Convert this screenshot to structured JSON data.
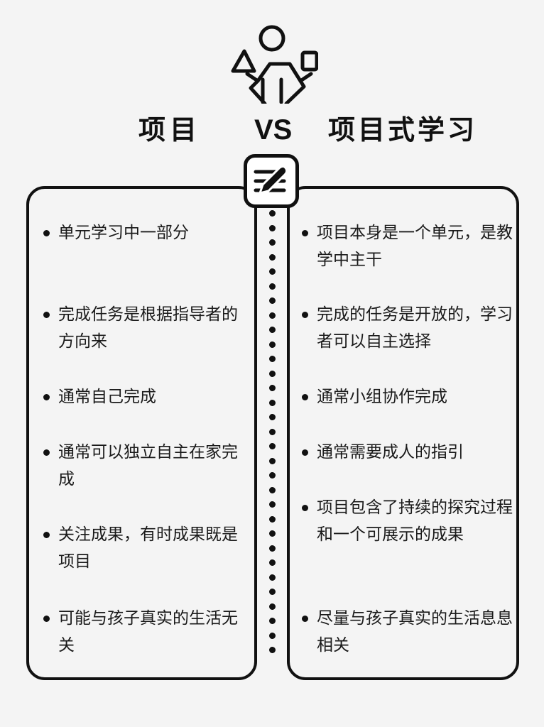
{
  "header": {
    "left_title": "项目",
    "vs_label": "VS",
    "right_title": "项目式学习"
  },
  "icons": {
    "top": "person-balancing-shapes-icon",
    "center": "edit-note-icon"
  },
  "colors": {
    "background": "#f4f4f4",
    "ink": "#111111"
  },
  "left_column": {
    "title": "项目",
    "items": [
      "单元学习中一部分",
      "完成任务是根据指导者的方向来",
      "通常自己完成",
      "通常可以独立自主在家完成",
      "关注成果，有时成果既是项目",
      "可能与孩子真实的生活无关"
    ]
  },
  "right_column": {
    "title": "项目式学习",
    "items": [
      "项目本身是一个单元，是教学中主干",
      "完成的任务是开放的，学习者可以自主选择",
      "通常小组协作完成",
      "通常需要成人的指引",
      "项目包含了持续的探究过程和一个可展示的成果",
      "尽量与孩子真实的生活息息相关"
    ]
  }
}
